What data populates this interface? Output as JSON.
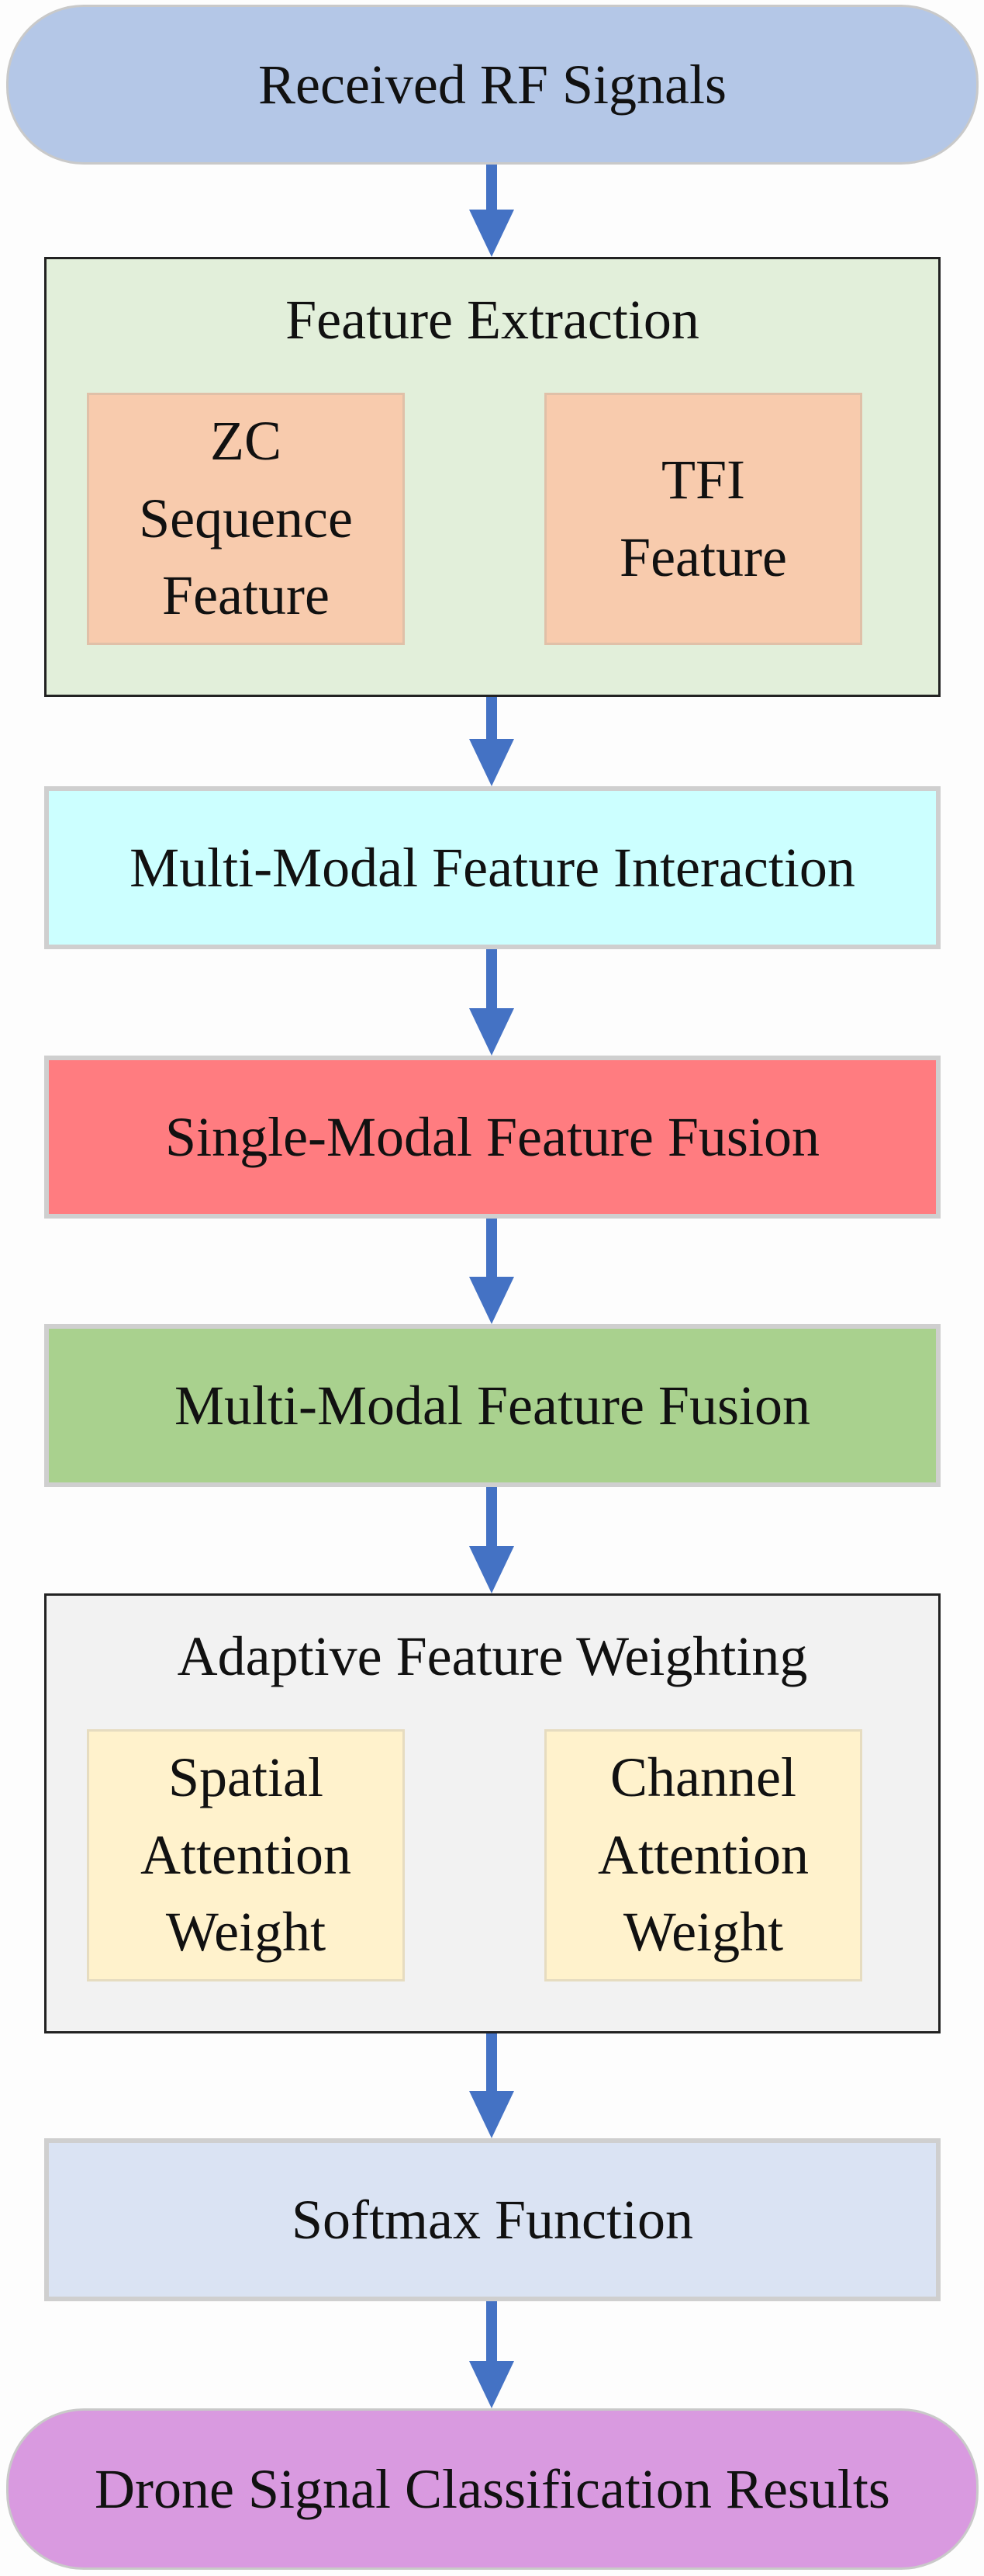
{
  "colors": {
    "arrow": "#4472c4",
    "received": "#b4c7e7",
    "feature_extraction_bg": "#e2efda",
    "extraction_sub": "#f8cbad",
    "interaction": "#ccffff",
    "single_fusion": "#ff7c80",
    "multi_fusion": "#a9d18e",
    "weighting_bg": "#f2f2f2",
    "weighting_sub": "#fff2cc",
    "softmax": "#dae3f3",
    "results": "#d99ae0"
  },
  "nodes": {
    "received": "Received RF Signals",
    "feature_extraction": {
      "title": "Feature Extraction",
      "zc": [
        "ZC",
        "Sequence",
        "Feature"
      ],
      "tfi": [
        "TFI",
        "Feature"
      ]
    },
    "interaction": "Multi-Modal Feature Interaction",
    "single_fusion": "Single-Modal Feature Fusion",
    "multi_fusion": "Multi-Modal Feature Fusion",
    "weighting": {
      "title": "Adaptive Feature Weighting",
      "spatial": [
        "Spatial",
        "Attention",
        "Weight"
      ],
      "channel": [
        "Channel",
        "Attention",
        "Weight"
      ]
    },
    "softmax": "Softmax Function",
    "results": "Drone Signal Classification Results"
  }
}
